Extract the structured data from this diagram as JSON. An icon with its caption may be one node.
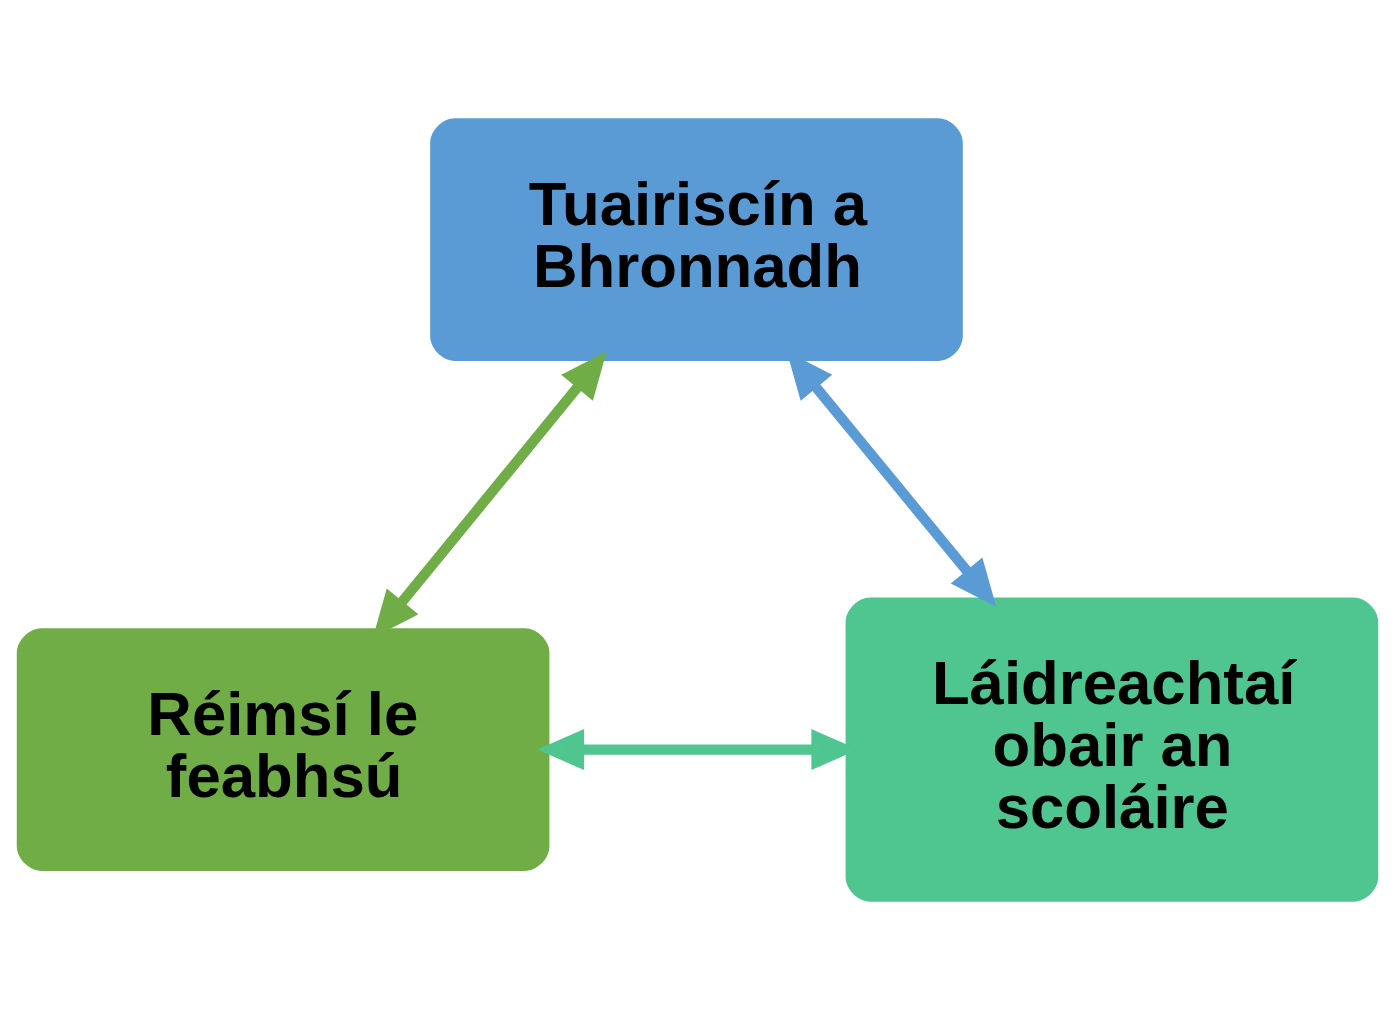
{
  "diagram": {
    "nodes": [
      {
        "text": [
          "Tuairiscín a Bhronnadh"
        ]
      },
      {
        "text": [
          "Réimsí le feabhsú"
        ]
      },
      {
        "text": [
          "Láidreachtaí obair an scoláire"
        ]
      }
    ],
    "edges": [
      {
        "from": 0,
        "to": 1,
        "arrow": "both",
        "color": "#70ad47"
      },
      {
        "from": 0,
        "to": 2,
        "arrow": "both",
        "color": "#5b9bd5"
      },
      {
        "from": 1,
        "to": 2,
        "arrow": "both",
        "color": "#4fc58f"
      }
    ]
  }
}
